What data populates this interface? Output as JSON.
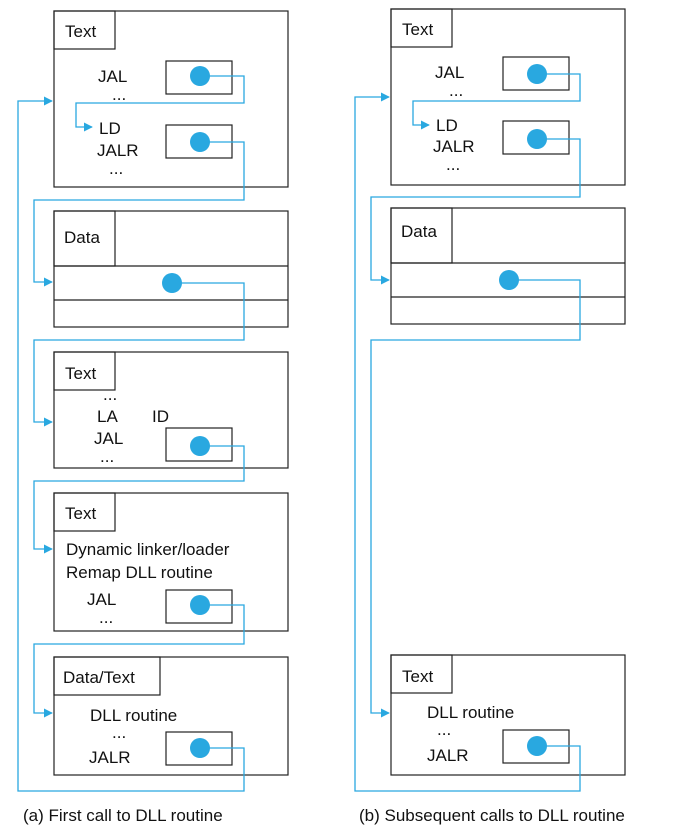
{
  "colors": {
    "accent": "#29a8e0",
    "ink": "#222222"
  },
  "panel_a": {
    "caption": "(a) First call to DLL routine",
    "block1": {
      "tab": "Text",
      "line1": "JAL",
      "line2": "...",
      "line3": "LD",
      "line4": "JALR",
      "line5": "..."
    },
    "block2": {
      "tab": "Data"
    },
    "block3": {
      "tab": "Text",
      "line1": "...",
      "line2a": "LA",
      "line2b": "ID",
      "line3": "JAL",
      "line4": "..."
    },
    "block4": {
      "tab": "Text",
      "line1": "Dynamic linker/loader",
      "line2": "Remap DLL routine",
      "line3": "JAL",
      "line4": "..."
    },
    "block5": {
      "tab": "Data/Text",
      "line1": "DLL routine",
      "line2": "...",
      "line3": "JALR"
    }
  },
  "panel_b": {
    "caption": "(b) Subsequent calls to DLL routine",
    "block1": {
      "tab": "Text",
      "line1": "JAL",
      "line2": "...",
      "line3": "LD",
      "line4": "JALR",
      "line5": "..."
    },
    "block2": {
      "tab": "Data"
    },
    "block3": {
      "tab": "Text",
      "line1": "DLL routine",
      "line2": "...",
      "line3": "JALR"
    }
  }
}
